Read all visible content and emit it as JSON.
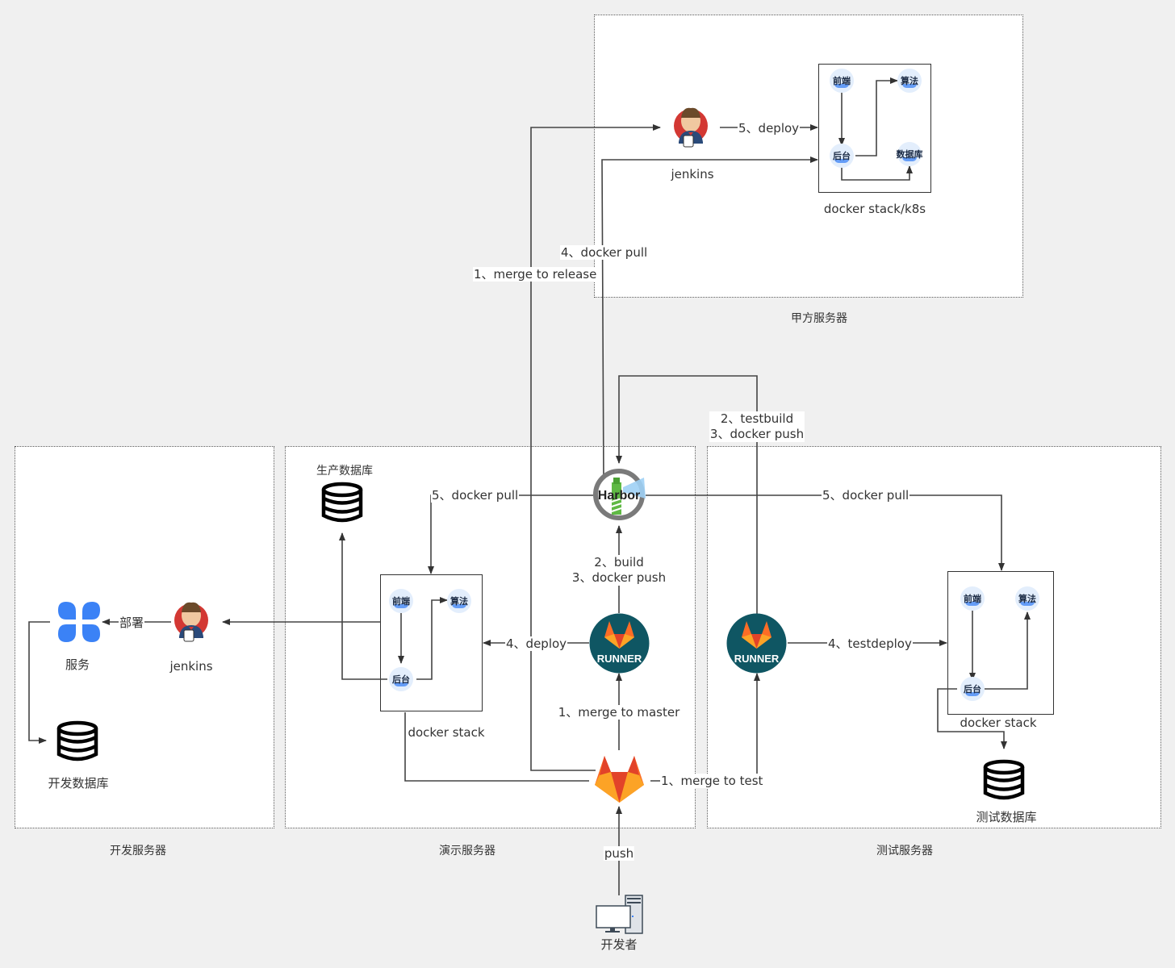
{
  "zones": {
    "client": {
      "label": "甲方服务器"
    },
    "dev": {
      "label": "开发服务器"
    },
    "demo": {
      "label": "演示服务器"
    },
    "test": {
      "label": "测试服务器"
    }
  },
  "client_zone": {
    "jenkins_label": "jenkins",
    "deploy_edge": "5、deploy",
    "stack_label": "docker stack/k8s",
    "stack_nodes": [
      "前端",
      "算法",
      "后台",
      "数据库"
    ]
  },
  "edges": {
    "merge_release": "1、merge to release",
    "docker_pull_4": "4、docker pull",
    "testbuild": "2、testbuild",
    "docker_push_test": "3、docker push",
    "docker_pull_demo": "5、docker pull",
    "docker_pull_test": "5、docker pull",
    "build": "2、build",
    "docker_push_demo": "3、docker push",
    "deploy_demo": "4、deploy",
    "merge_master": "1、merge to master",
    "merge_test": "1、merge to test",
    "testdeploy": "4、testdeploy",
    "push": "push",
    "bushu": "部署"
  },
  "dev_zone": {
    "service_label": "服务",
    "jenkins_label": "jenkins",
    "db_label": "开发数据库"
  },
  "demo_zone": {
    "prod_db_label": "生产数据库",
    "stack_label": "docker stack",
    "stack_nodes": [
      "前端",
      "算法",
      "后台"
    ],
    "harbor_label": "Harbor",
    "runner_label": "RUNNER"
  },
  "test_zone": {
    "runner_label": "RUNNER",
    "stack_label": "docker stack",
    "stack_nodes": [
      "前端",
      "算法",
      "后台"
    ],
    "db_label": "测试数据库"
  },
  "developer": {
    "label": "开发者"
  },
  "colors": {
    "runner_bg": "#0f5663",
    "gitlab_orange": "#fc6d26",
    "gitlab_red": "#e24329",
    "gitlab_yellow": "#fca326",
    "jenkins_red": "#d33833",
    "service_blue": "#3b82f6",
    "harbor_green": "#5fb944"
  }
}
